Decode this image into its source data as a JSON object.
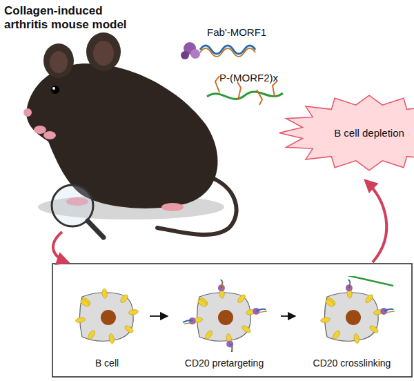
{
  "diagram": {
    "nodes": [
      {
        "text": [
          "B cell"
        ]
      },
      {
        "text": [
          "CD20 pretargeting"
        ]
      },
      {
        "text": [
          "CD20 crosslinking"
        ]
      },
      {
        "text": [
          "B cell depletion"
        ]
      }
    ],
    "edges": [
      {
        "from": 0,
        "to": 1,
        "arrow": "to"
      },
      {
        "from": 1,
        "to": 2,
        "arrow": "to"
      }
    ],
    "labels": [
      "Collagen-induced arthritis mouse model",
      "Fab'-MORF1",
      "P-(MORF2)x"
    ]
  }
}
